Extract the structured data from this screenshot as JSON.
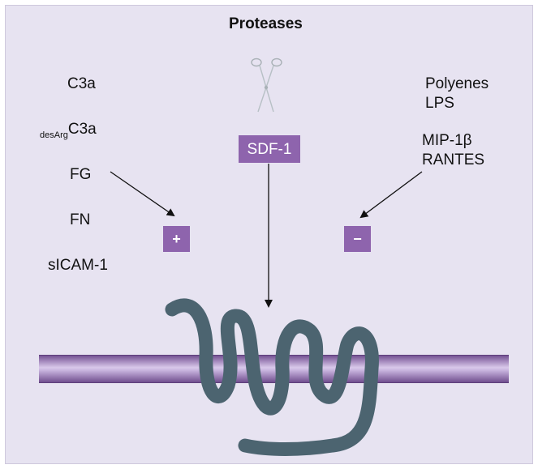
{
  "title": "Proteases",
  "left_items": {
    "c3a": "C3a",
    "desarg_sub": "desArg",
    "desarg_main": "C3a",
    "fg": "FG",
    "fn": "FN",
    "sicam": "sICAM-1"
  },
  "right_items": {
    "polyenes": "Polyenes",
    "lps": "LPS",
    "mip": "MIP-1β",
    "rantes": "RANTES"
  },
  "center": {
    "sdf1": "SDF-1"
  },
  "signs": {
    "plus": "+",
    "minus": "−"
  },
  "icons": {
    "scissors": "scissors-icon",
    "receptor": "seven-transmembrane-receptor"
  },
  "colors": {
    "background": "#e7e3f1",
    "box": "#8e64ad",
    "membrane": "#8e64ad",
    "receptor": "#4c6470",
    "arrow": "#111111"
  }
}
